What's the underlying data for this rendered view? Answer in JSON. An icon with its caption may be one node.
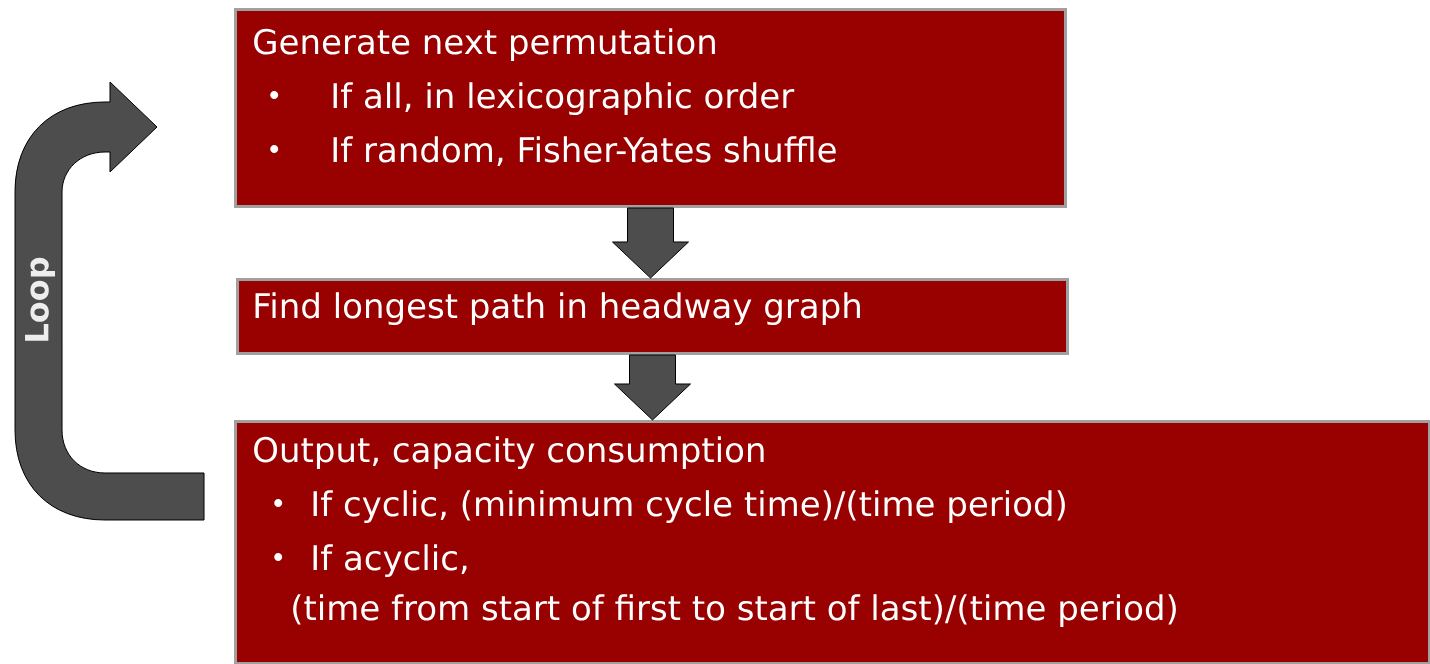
{
  "diagram": {
    "nodes": [
      {
        "text": [
          "Generate next permutation",
          "If all, in lexicographic order",
          "If random, Fisher-Yates shuffle"
        ]
      },
      {
        "text": [
          "Find longest path in headway graph"
        ]
      },
      {
        "text": [
          "Output, capacity consumption",
          "If cyclic, (minimum cycle time)/(time period)",
          "If acyclic, (time from start of first to start of last)/(time period)"
        ]
      }
    ],
    "edges": [
      {
        "from": 0,
        "to": 1,
        "arrow": "to"
      },
      {
        "from": 1,
        "to": 2,
        "arrow": "to"
      },
      {
        "from": 2,
        "to": 0,
        "arrow": "to",
        "label": "Loop"
      }
    ]
  }
}
